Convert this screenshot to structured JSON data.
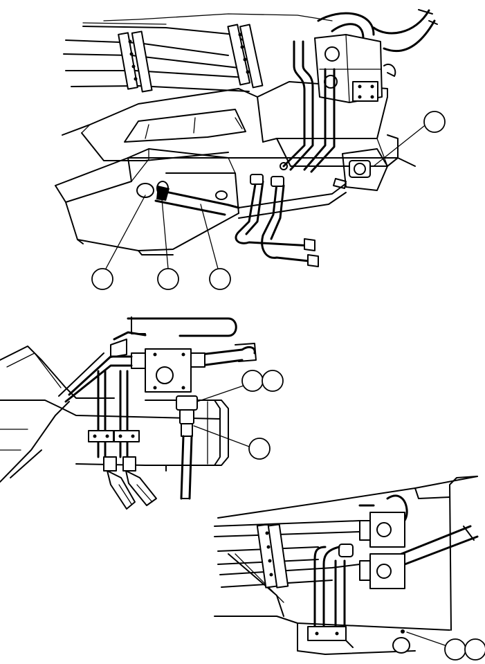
{
  "views": [
    {
      "id": "top-view",
      "callouts": [
        "",
        "",
        "",
        ""
      ]
    },
    {
      "id": "middle-view",
      "callouts": [
        "",
        "",
        ""
      ]
    },
    {
      "id": "bottom-view",
      "callouts": [
        "",
        ""
      ]
    }
  ]
}
